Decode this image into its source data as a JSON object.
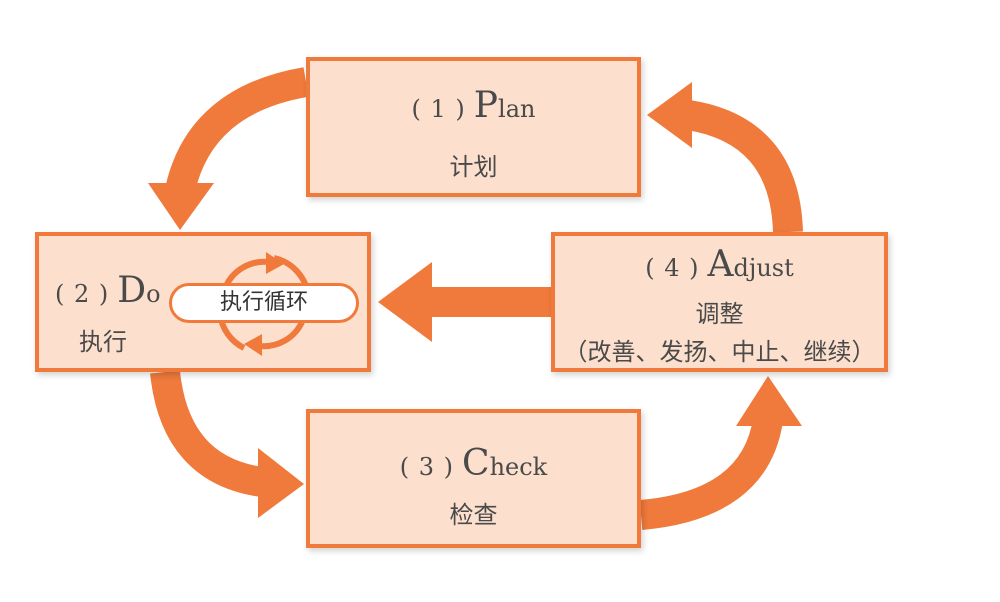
{
  "colors": {
    "accent": "#f07a3c",
    "box_fill": "#fce0cd",
    "text": "#4a4a4a"
  },
  "plan": {
    "number": "( 1 )",
    "initial": "P",
    "rest": "lan",
    "chinese": "计划"
  },
  "do": {
    "number": "( 2 )",
    "initial": "D",
    "rest": "o",
    "chinese": "执行",
    "loop_label": "执行循环"
  },
  "check": {
    "number": "( 3 )",
    "initial": "C",
    "rest": "heck",
    "chinese": "检查"
  },
  "adjust": {
    "number": "( 4 )",
    "initial": "A",
    "rest": "djust",
    "chinese": "调整",
    "detail": "（改善、发扬、中止、继续）"
  }
}
